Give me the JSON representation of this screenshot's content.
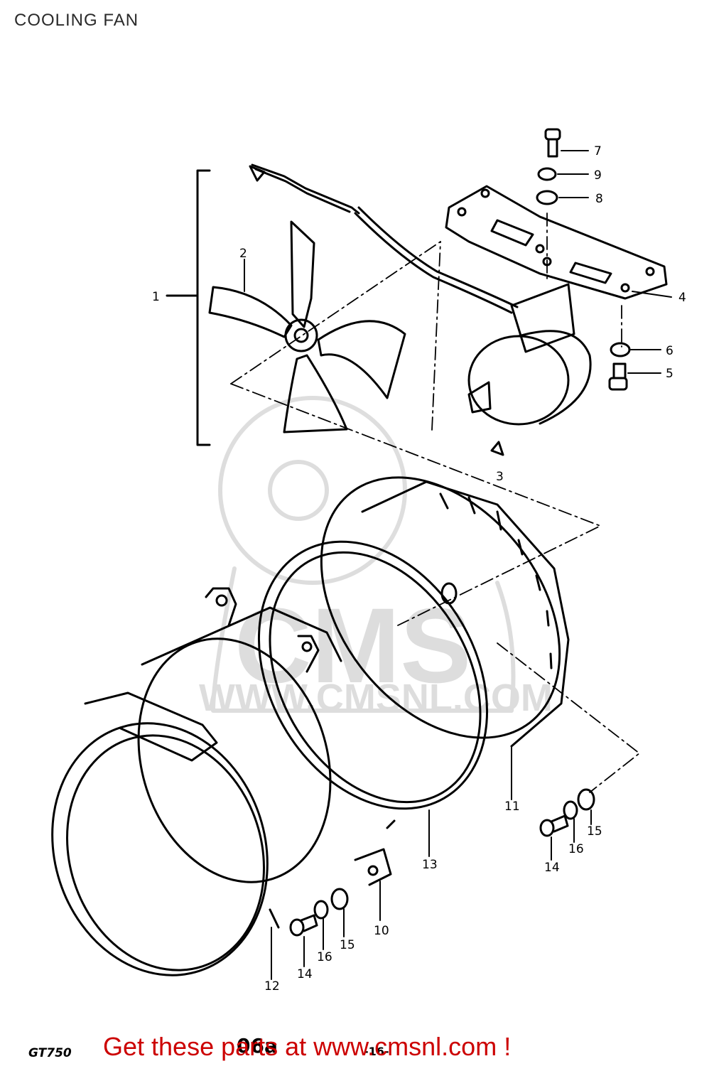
{
  "header": {
    "title": "COOLING FAN"
  },
  "callouts": {
    "c1": "1",
    "c2": "2",
    "c3": "3",
    "c4": "4",
    "c5": "5",
    "c6": "6",
    "c7": "7",
    "c8": "8",
    "c9": "9",
    "c10": "10",
    "c11": "11",
    "c12": "12",
    "c13": "13",
    "c14a": "14",
    "c14b": "14",
    "c15a": "15",
    "c15b": "15",
    "c16a": "16",
    "c16b": "16"
  },
  "footer": {
    "model_code": "GT750",
    "page_code": "06a",
    "page_suffix": "-16-",
    "cta_text": "Get these parts at www.cmsnl.com !"
  },
  "watermark": {
    "text": "WWW.CMSNL.COM",
    "logo": "CMS"
  },
  "colors": {
    "cta": "#cc0000",
    "line": "#000000"
  }
}
